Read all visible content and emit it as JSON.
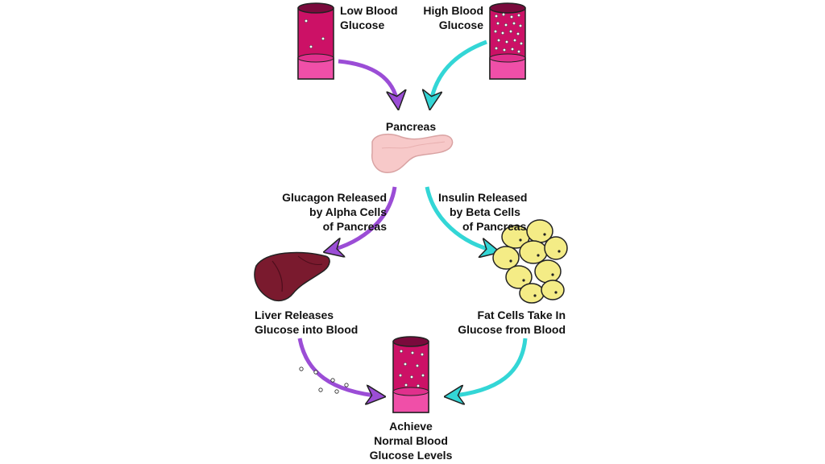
{
  "labels": {
    "low_blood_glucose": [
      "Low Blood",
      "Glucose"
    ],
    "high_blood_glucose": [
      "High Blood",
      "Glucose"
    ],
    "pancreas": "Pancreas",
    "glucagon_released": [
      "Glucagon Released",
      "by Alpha Cells",
      "of Pancreas"
    ],
    "insulin_released": [
      "Insulin Released",
      "by Beta Cells",
      "of Pancreas"
    ],
    "liver_releases": [
      "Liver Releases",
      "Glucose into Blood"
    ],
    "fat_cells_take_in": [
      "Fat Cells Take In",
      "Glucose from Blood"
    ],
    "achieve_normal": [
      "Achieve",
      "Normal Blood",
      "Glucose Levels"
    ]
  },
  "colors": {
    "vessel": "#cc1166",
    "vessel_dark": "#7a0a3c",
    "vessel_band": "#f04fa8",
    "glucagon_arrow": "#9b4dd6",
    "insulin_arrow": "#33d6d6",
    "pancreas": "#f7c9c9",
    "liver": "#7a1a2e",
    "fat_cell": "#f4ec86"
  },
  "icons": {
    "vessel_low": "blood-vessel-low-glucose-icon",
    "vessel_high": "blood-vessel-high-glucose-icon",
    "vessel_normal": "blood-vessel-normal-glucose-icon",
    "pancreas": "pancreas-icon",
    "liver": "liver-icon",
    "fat_cells": "fat-cells-icon"
  }
}
